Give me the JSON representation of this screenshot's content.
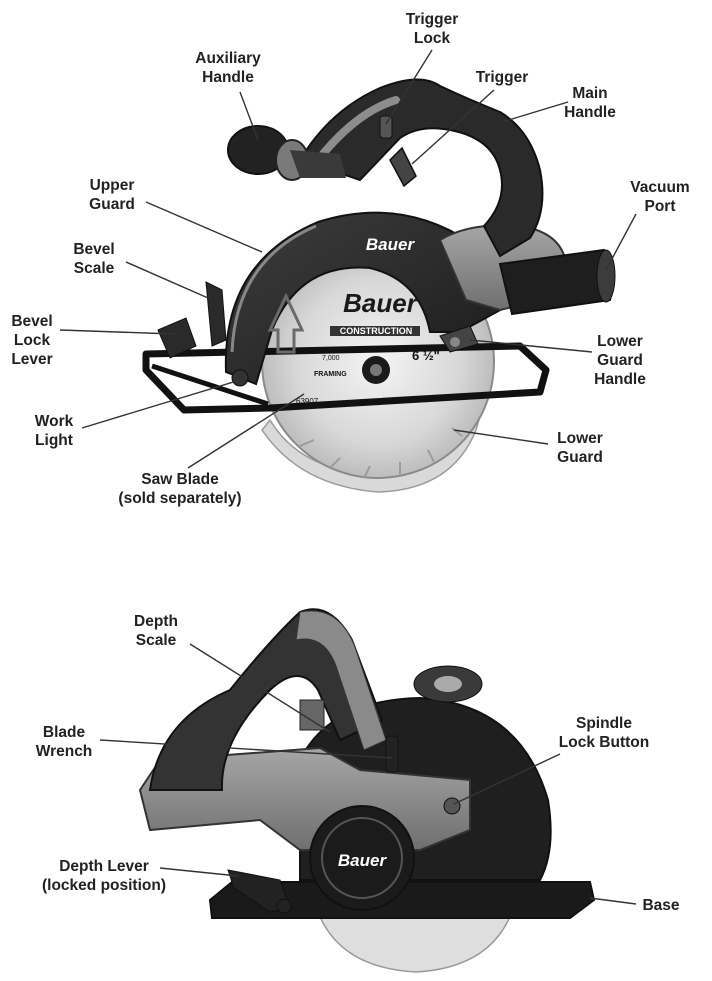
{
  "diagram_top": {
    "labels": {
      "trigger_lock": [
        "Trigger",
        "Lock"
      ],
      "auxiliary_handle": [
        "Auxiliary",
        "Handle"
      ],
      "trigger": [
        "Trigger"
      ],
      "main_handle": [
        "Main",
        "Handle"
      ],
      "upper_guard": [
        "Upper",
        "Guard"
      ],
      "vacuum_port": [
        "Vacuum",
        "Port"
      ],
      "bevel_scale": [
        "Bevel",
        "Scale"
      ],
      "bevel_lock_lever": [
        "Bevel",
        "Lock",
        "Lever"
      ],
      "lower_guard_handle": [
        "Lower",
        "Guard",
        "Handle"
      ],
      "work_light": [
        "Work",
        "Light"
      ],
      "lower_guard": [
        "Lower",
        "Guard"
      ],
      "saw_blade": [
        "Saw Blade",
        "(sold separately)"
      ]
    },
    "tool_markings": {
      "brand": "Bauer",
      "brand_large": "Bauer",
      "sub_brand": "CONSTRUCTION",
      "blade_size": "6 ½\"",
      "model_code": "63907",
      "blade_label": "FRAMING",
      "rpm": "7,000"
    }
  },
  "diagram_bottom": {
    "labels": {
      "depth_scale": [
        "Depth",
        "Scale"
      ],
      "blade_wrench": [
        "Blade",
        "Wrench"
      ],
      "spindle_lock_button": [
        "Spindle",
        "Lock Button"
      ],
      "depth_lever": [
        "Depth Lever",
        "(locked position)"
      ],
      "base": [
        "Base"
      ]
    },
    "tool_markings": {
      "brand": "Bauer"
    }
  }
}
